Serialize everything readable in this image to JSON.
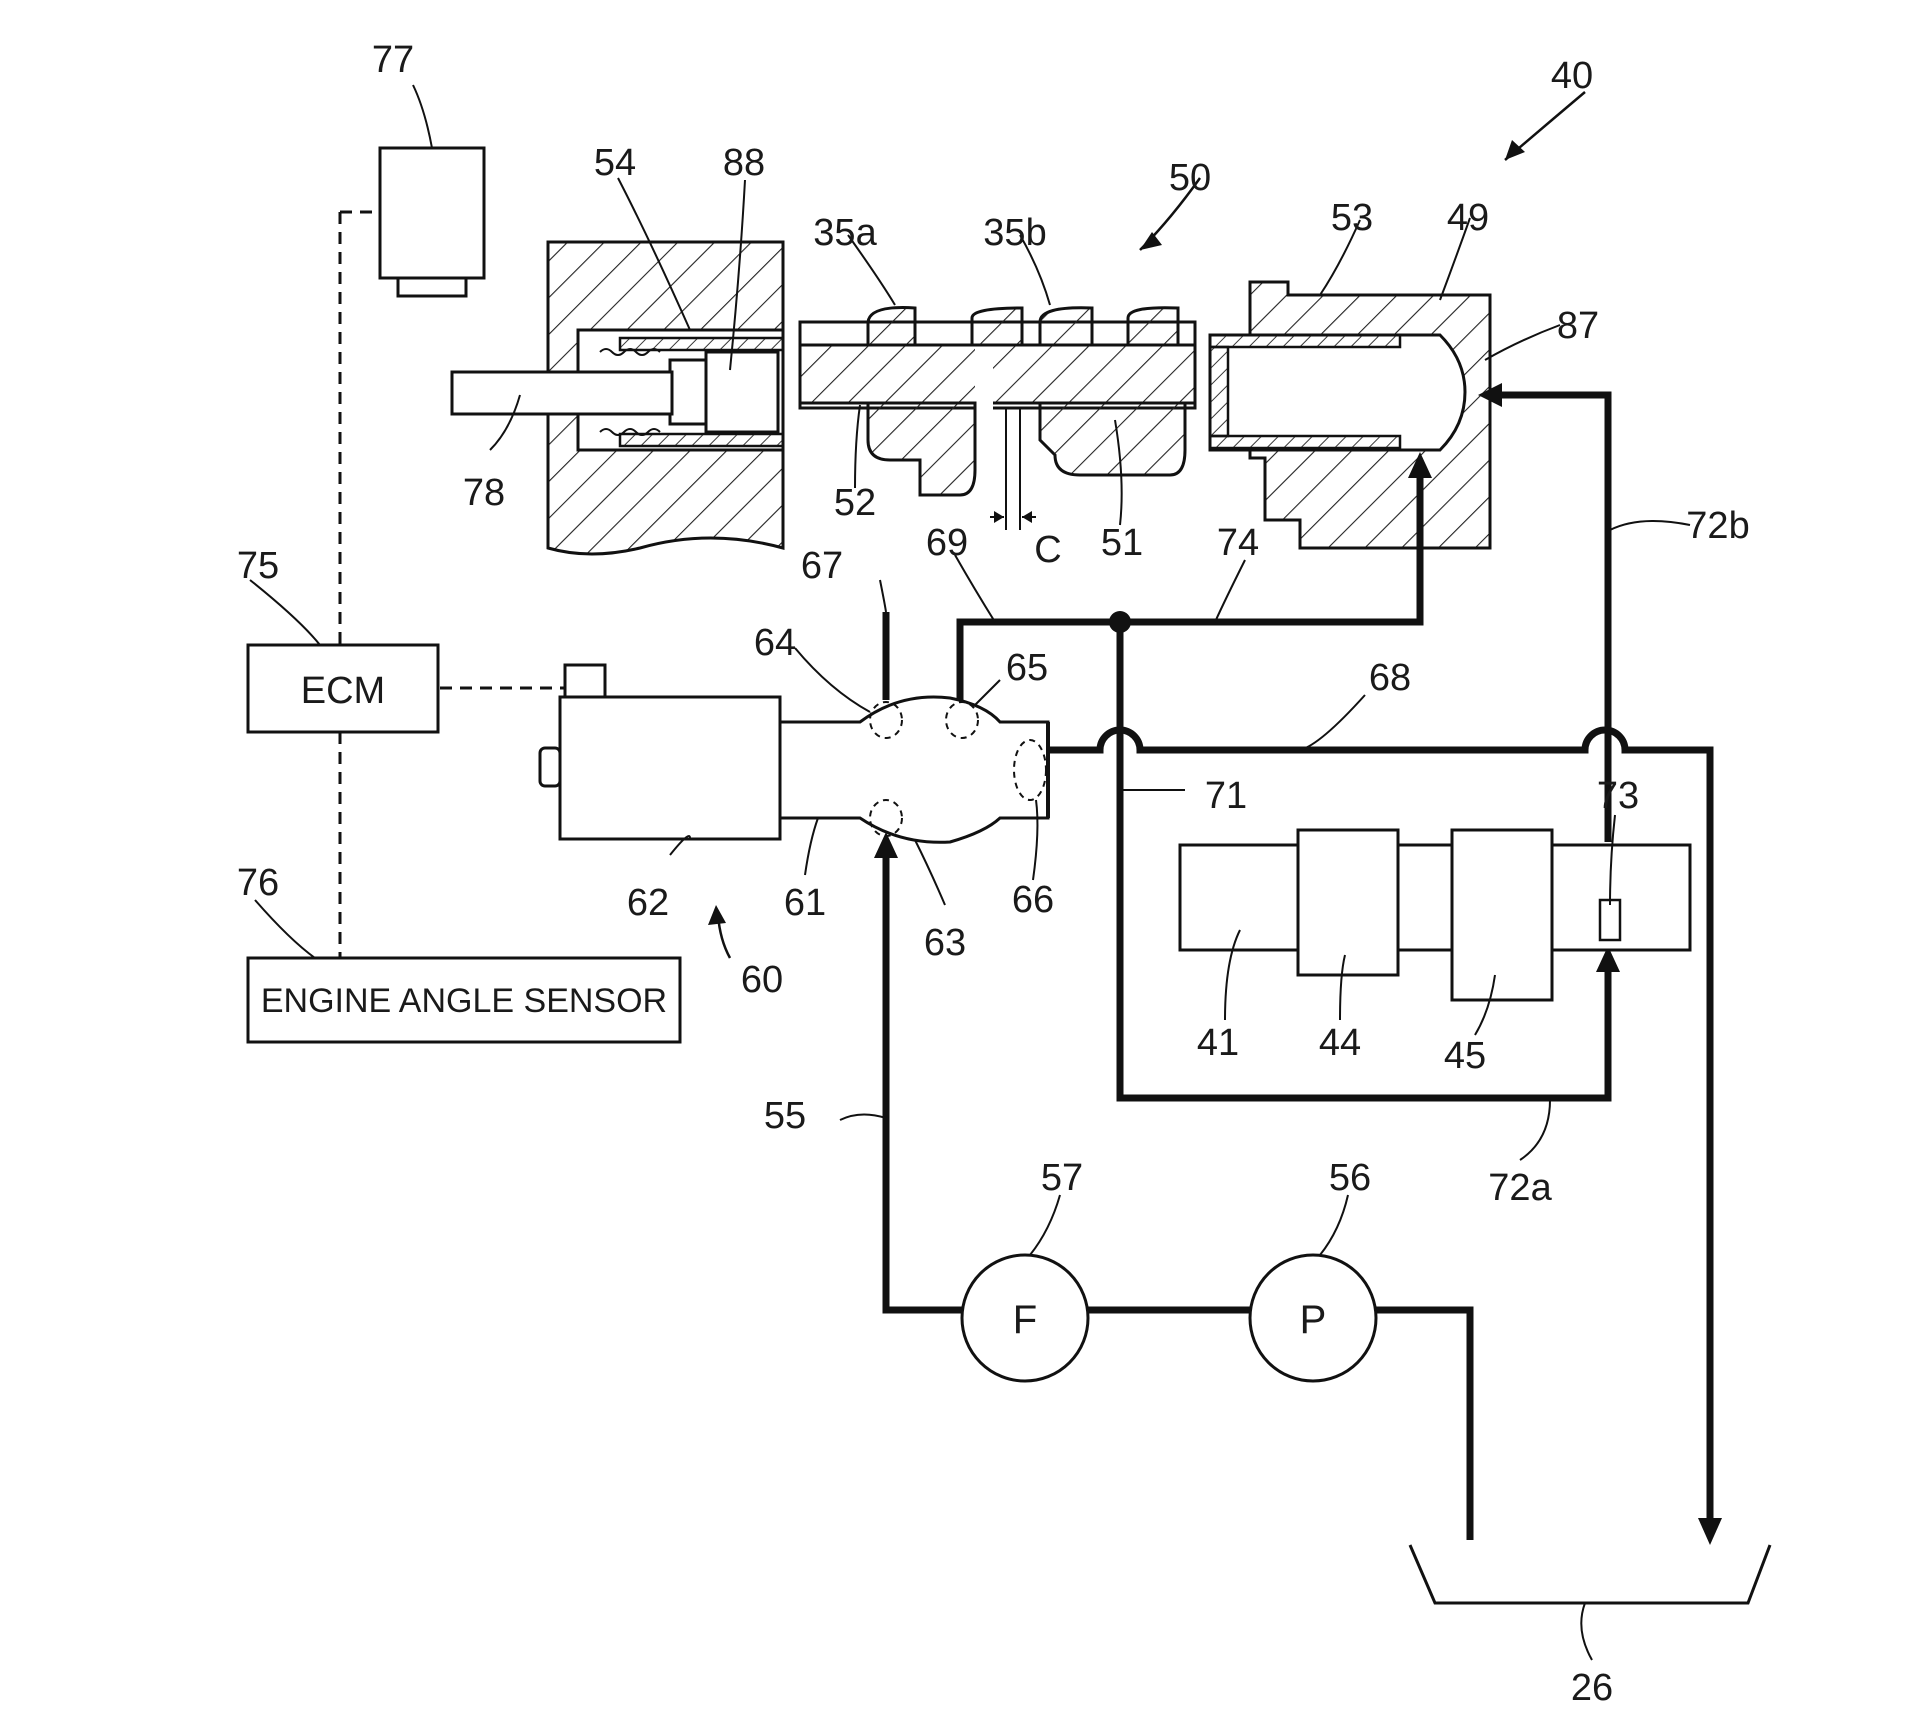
{
  "diagram": {
    "labels": {
      "l77": "77",
      "l54": "54",
      "l88": "88",
      "l35a": "35a",
      "l35b": "35b",
      "l50": "50",
      "l53": "53",
      "l49": "49",
      "l40": "40",
      "l87": "87",
      "l78": "78",
      "l52": "52",
      "lC": "C",
      "l51": "51",
      "l69": "69",
      "l74": "74",
      "l72b": "72b",
      "l75": "75",
      "l67": "67",
      "l64": "64",
      "l65": "65",
      "l68": "68",
      "l71": "71",
      "l73": "73",
      "l62": "62",
      "l61": "61",
      "l66": "66",
      "l63": "63",
      "l60": "60",
      "l76": "76",
      "l41": "41",
      "l44": "44",
      "l45": "45",
      "l55": "55",
      "l57": "57",
      "l56": "56",
      "l72a": "72a",
      "l26": "26"
    },
    "ecm_box": "ECM",
    "sensor_box": "ENGINE ANGLE SENSOR",
    "filter_symbol": "F",
    "pump_symbol": "P"
  }
}
